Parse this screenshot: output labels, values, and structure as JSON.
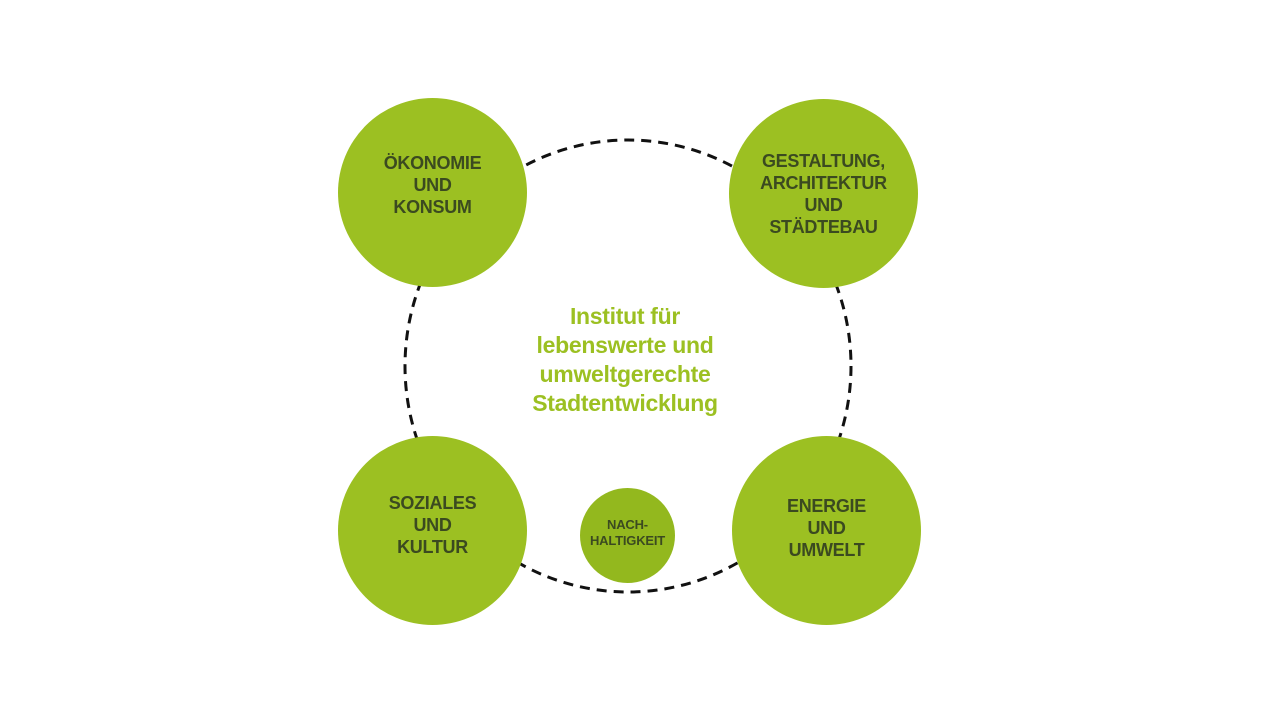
{
  "diagram": {
    "colors": {
      "bubble": "#9cc022",
      "bubble_small": "#93b81e",
      "bubble_text": "#3b4a20",
      "title_text": "#9cc022",
      "ring": "#111111"
    },
    "center_title": [
      "Institut für",
      "lebenswerte und",
      "umweltgerechte",
      "Stadtentwicklung"
    ],
    "nodes": [
      {
        "id": "oekonomie",
        "lines": [
          "ÖKONOMIE",
          "UND",
          "KONSUM"
        ]
      },
      {
        "id": "gestaltung",
        "lines": [
          "GESTALTUNG,",
          "ARCHITEKTUR",
          "UND",
          "STÄDTEBAU"
        ]
      },
      {
        "id": "soziales",
        "lines": [
          "SOZIALES",
          "UND",
          "KULTUR"
        ]
      },
      {
        "id": "energie",
        "lines": [
          "ENERGIE",
          "UND",
          "UMWELT"
        ]
      },
      {
        "id": "nachhaltigkeit",
        "lines": [
          "NACH-",
          "HALTIGKEIT"
        ]
      }
    ]
  }
}
